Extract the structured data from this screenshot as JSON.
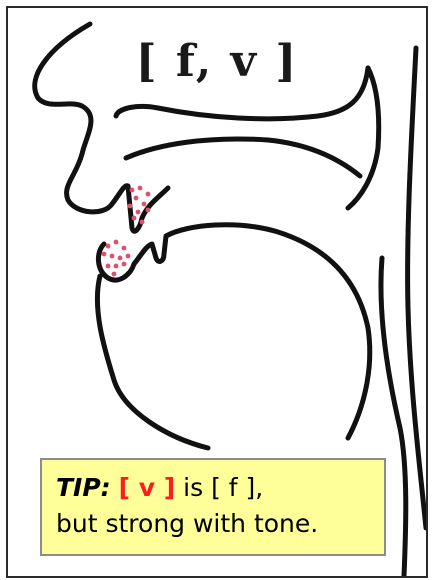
{
  "title": "[ f, v ]",
  "tip": {
    "label": "TIP:",
    "highlight": "[ v ]",
    "line1_rest": " is [ f ],",
    "line2": "but strong with tone."
  },
  "colors": {
    "outline": "#111111",
    "contact_dots": "#e0506a",
    "tip_background": "#ffff99",
    "tip_highlight": "#ff1c1c"
  }
}
